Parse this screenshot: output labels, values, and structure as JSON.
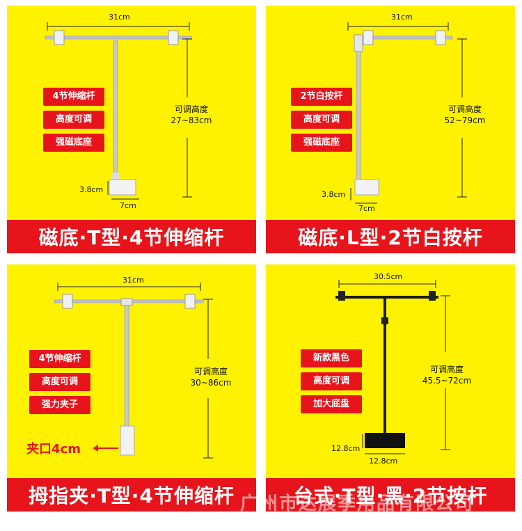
{
  "panels": [
    {
      "width_label": "31cm",
      "features": [
        "4节伸缩杆",
        "高度可调",
        "强磁底座"
      ],
      "height_title": "可调高度",
      "height_range": "27~83cm",
      "base_height": "3.8cm",
      "base_width": "7cm",
      "banner": "磁底·T型·4节伸缩杆"
    },
    {
      "width_label": "31cm",
      "features": [
        "2节白按杆",
        "高度可调",
        "强磁底座"
      ],
      "height_title": "可调高度",
      "height_range": "52~79cm",
      "base_height": "3.8cm",
      "base_width": "7cm",
      "banner": "磁底·L型·2节白按杆"
    },
    {
      "width_label": "31cm",
      "features": [
        "4节伸缩杆",
        "高度可调",
        "强力夹子"
      ],
      "height_title": "可调高度",
      "height_range": "30~86cm",
      "clamp_label": "夹口4cm",
      "banner": "拇指夹·T型·4节伸缩杆"
    },
    {
      "width_label": "30.5cm",
      "features": [
        "新款黑色",
        "高度可调",
        "加大底盘"
      ],
      "height_title": "可调高度",
      "height_range": "45.5~72cm",
      "base_height": "12.8cm",
      "base_width": "12.8cm",
      "banner": "台式·T型·黑·2节按杆"
    }
  ],
  "watermark": "广州市达展季用品有限公司",
  "colors": {
    "background": "#fff200",
    "accent": "#e8141b"
  }
}
